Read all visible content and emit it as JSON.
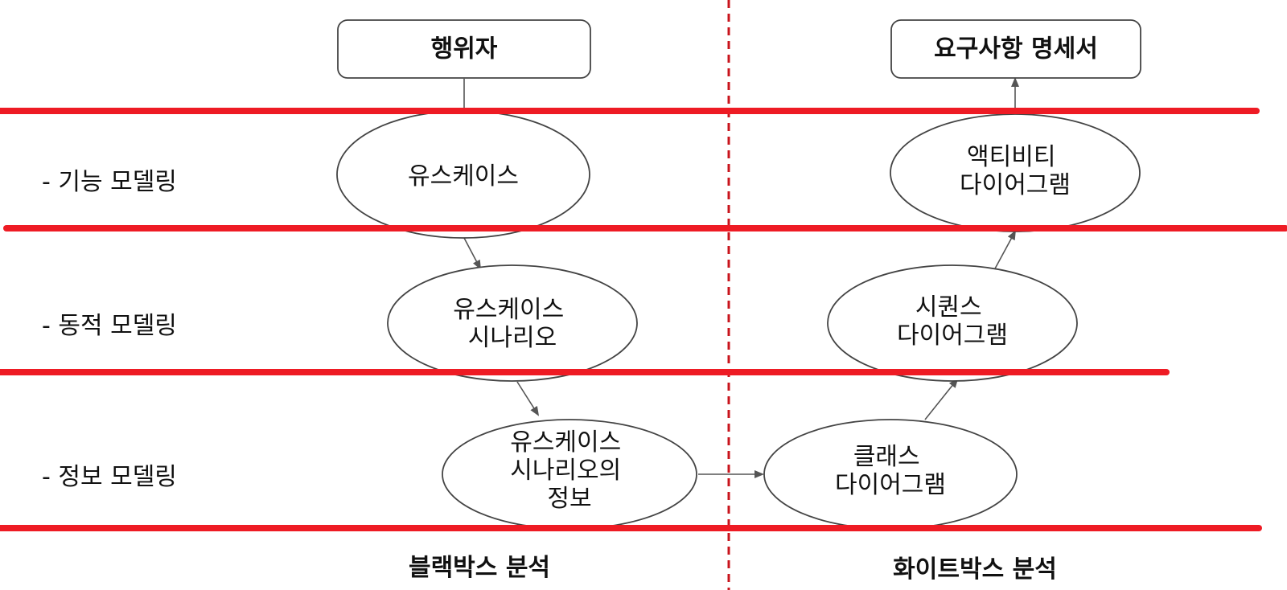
{
  "colors": {
    "band_line": "#ee1b24",
    "divider": "#c8141c",
    "shape_stroke": "#444444",
    "arrow": "#555555",
    "text": "#111111"
  },
  "top_boxes": {
    "actor": "행위자",
    "requirements_spec": "요구사항 명세서"
  },
  "rows": {
    "functional": "-  기능 모델링",
    "dynamic": "-  동적 모델링",
    "information": "-  정보 모델링"
  },
  "nodes": {
    "usecase": [
      "유스케이스"
    ],
    "usecase_scenario": [
      "유스케이스",
      "시나리오"
    ],
    "usecase_scenario_info": [
      "유스케이스",
      "시나리오의",
      "정보"
    ],
    "class_diagram": [
      "클래스",
      "다이어그램"
    ],
    "sequence_diagram": [
      "시퀀스",
      "다이어그램"
    ],
    "activity_diagram": [
      "액티비티",
      "다이어그램"
    ]
  },
  "footer": {
    "blackbox": "블랙박스 분석",
    "whitebox": "화이트박스 분석"
  }
}
